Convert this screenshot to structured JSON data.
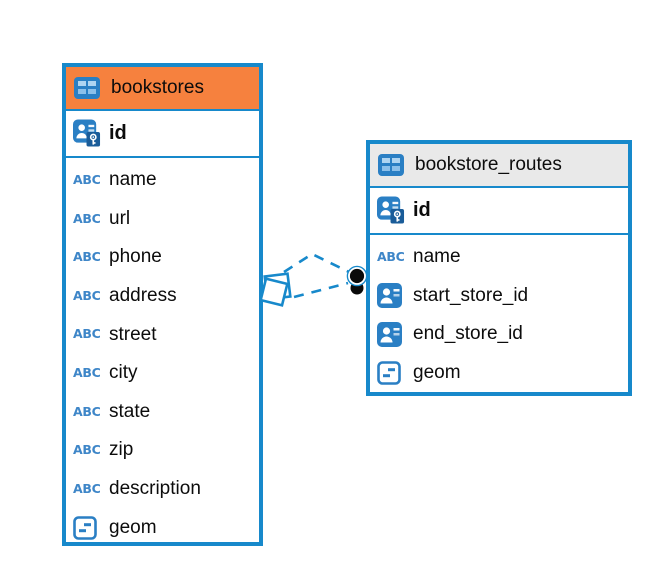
{
  "labels": {
    "text_type": "ABC"
  },
  "colors": {
    "accent_blue": "#1789cb",
    "icon_blue": "#2a7fc4",
    "icon_cell_light": "#9cc9ee",
    "bookstores_header": "#f6813e",
    "routes_header": "#e9e9e9",
    "text": "#0c0c0c"
  },
  "tables": [
    {
      "name": "bookstores",
      "primary_key": "id",
      "fields": [
        {
          "name": "name",
          "type": "text"
        },
        {
          "name": "url",
          "type": "text"
        },
        {
          "name": "phone",
          "type": "text"
        },
        {
          "name": "address",
          "type": "text"
        },
        {
          "name": "street",
          "type": "text"
        },
        {
          "name": "city",
          "type": "text"
        },
        {
          "name": "state",
          "type": "text"
        },
        {
          "name": "zip",
          "type": "text"
        },
        {
          "name": "description",
          "type": "text"
        },
        {
          "name": "geom",
          "type": "geometry"
        }
      ]
    },
    {
      "name": "bookstore_routes",
      "primary_key": "id",
      "fields": [
        {
          "name": "name",
          "type": "text"
        },
        {
          "name": "start_store_id",
          "type": "reference"
        },
        {
          "name": "end_store_id",
          "type": "reference"
        },
        {
          "name": "geom",
          "type": "geometry"
        }
      ]
    }
  ],
  "relationship": {
    "from_table": "bookstores",
    "to_table": "bookstore_routes",
    "line_style": "dashed"
  }
}
